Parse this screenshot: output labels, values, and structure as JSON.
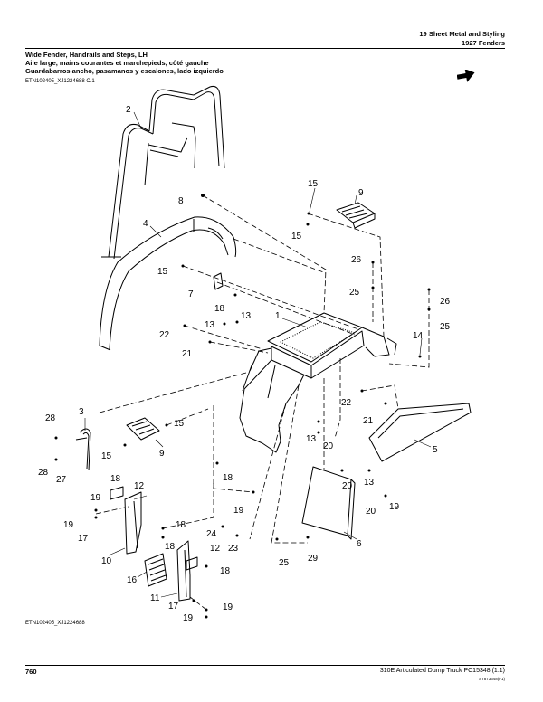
{
  "header": {
    "section": "19 Sheet Metal and Styling",
    "group": "1927 Fenders"
  },
  "titles": {
    "en": "Wide Fender, Handrails and Steps, LH",
    "fr": "Aile large, mains courantes et marchepieds, côté gauche",
    "es": "Guardabarros ancho, pasamanos y escalones, lado izquierdo"
  },
  "illustration": {
    "ref_top": "ETN102405_XJ1224688 C.1",
    "ref_bottom": "ETN102405_XJ1224688"
  },
  "callouts": [
    "2",
    "8",
    "15",
    "9",
    "15",
    "4",
    "15",
    "26",
    "7",
    "18",
    "25",
    "26",
    "1",
    "13",
    "13",
    "25",
    "22",
    "21",
    "14",
    "3",
    "28",
    "15",
    "22",
    "21",
    "9",
    "15",
    "28",
    "27",
    "18",
    "12",
    "13",
    "20",
    "5",
    "18",
    "19",
    "19",
    "20",
    "13",
    "17",
    "18",
    "19",
    "20",
    "19",
    "24",
    "23",
    "6",
    "10",
    "18",
    "12",
    "18",
    "16",
    "25",
    "29",
    "11",
    "17",
    "19",
    "19"
  ],
  "footer": {
    "page": "760",
    "model": "310E Articulated Dump Truck   PC15348   (1.1)",
    "code": "ST873648(F1)"
  }
}
